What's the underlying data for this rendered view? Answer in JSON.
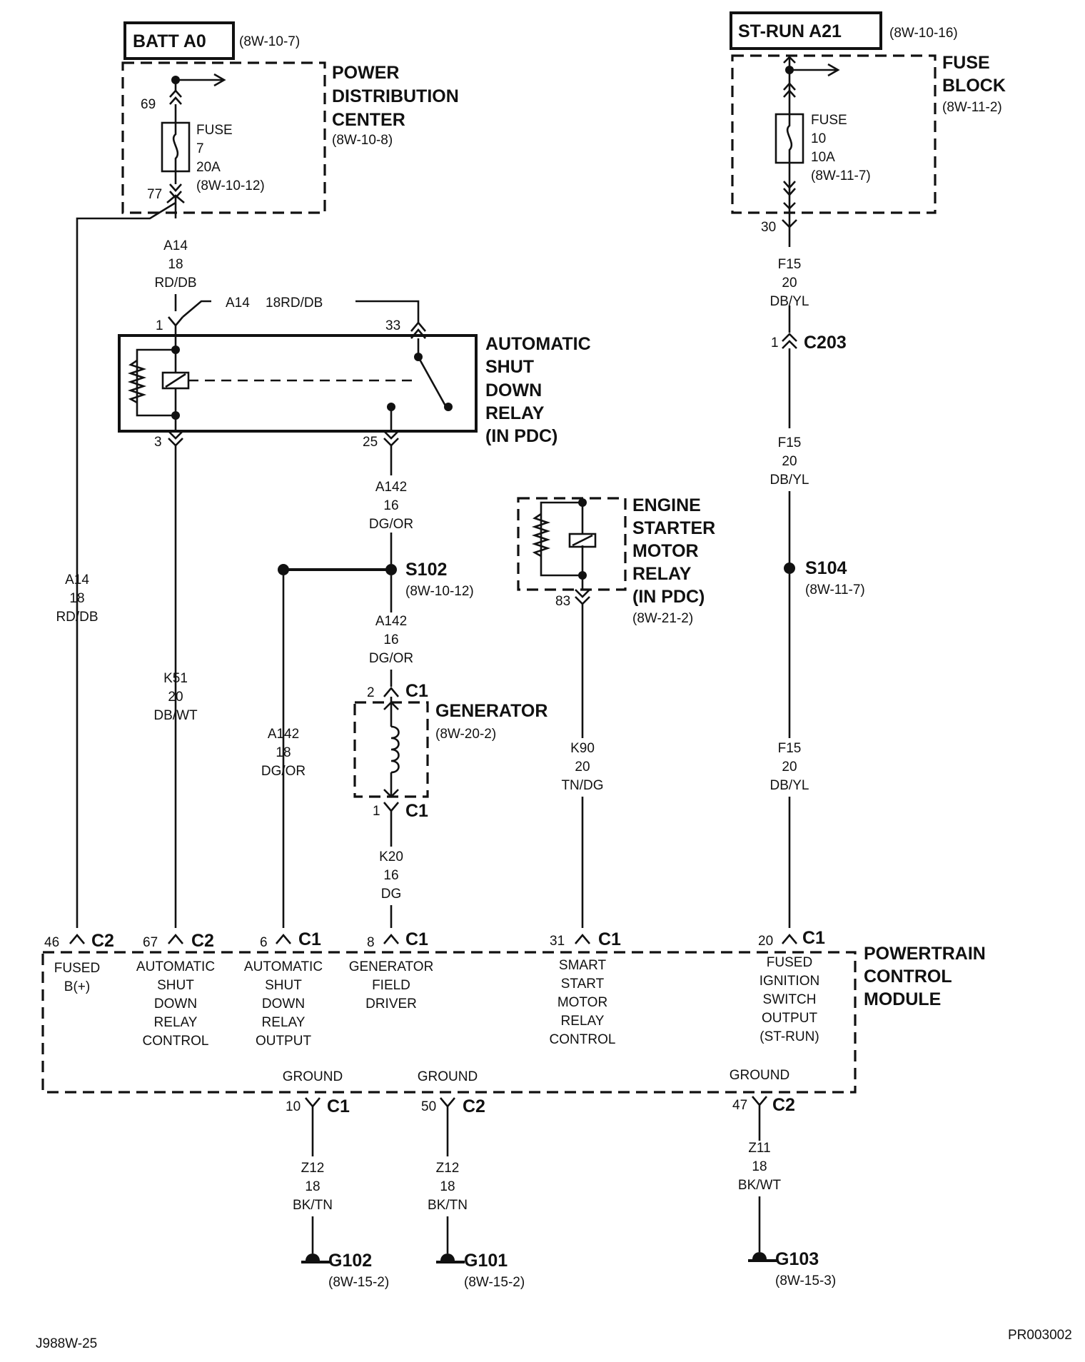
{
  "diagram_id": "J988W-25",
  "page_code": "PR003002",
  "batt": {
    "label": "BATT A0",
    "ref": "(8W-10-7)"
  },
  "pdc": {
    "name": [
      "POWER",
      "DISTRIBUTION",
      "CENTER"
    ],
    "ref": "(8W-10-8)",
    "fuse": [
      "FUSE",
      "7",
      "20A",
      "(8W-10-12)"
    ],
    "pin_in": "69",
    "pin_out": "77"
  },
  "st_run": {
    "label": "ST-RUN A21",
    "ref": "(8W-10-16)"
  },
  "fuse_block": {
    "name": [
      "FUSE",
      "BLOCK"
    ],
    "ref": "(8W-11-2)",
    "fuse": [
      "FUSE",
      "10",
      "10A",
      "(8W-11-7)"
    ],
    "pin_out": "30"
  },
  "asd": {
    "name": [
      "AUTOMATIC",
      "SHUT",
      "DOWN",
      "RELAY",
      "(IN PDC)"
    ],
    "pin1": "1",
    "pin3": "3",
    "pin25": "25",
    "pin33": "33",
    "jumper": [
      "A14",
      "18RD/DB"
    ]
  },
  "starter": {
    "name": [
      "ENGINE",
      "STARTER",
      "MOTOR",
      "RELAY",
      "(IN PDC)"
    ],
    "ref": "(8W-21-2)",
    "pin": "83"
  },
  "generator": {
    "name": "GENERATOR",
    "ref": "(8W-20-2)",
    "pin_top": "2",
    "pin_bot": "1",
    "conn": "C1"
  },
  "splices": {
    "s102": {
      "name": "S102",
      "ref": "(8W-10-12)"
    },
    "s104": {
      "name": "S104",
      "ref": "(8W-11-7)"
    }
  },
  "c203": {
    "name": "C203",
    "pin": "1"
  },
  "wires": {
    "a14_top": [
      "A14",
      "18",
      "RD/DB"
    ],
    "a14_left": [
      "A14",
      "18",
      "RD/DB"
    ],
    "k51": [
      "K51",
      "20",
      "DB/WT"
    ],
    "a142_top": [
      "A142",
      "16",
      "DG/OR"
    ],
    "a142_mid": [
      "A142",
      "16",
      "DG/OR"
    ],
    "a142_left": [
      "A142",
      "18",
      "DG/OR"
    ],
    "k20": [
      "K20",
      "16",
      "DG"
    ],
    "k90": [
      "K90",
      "20",
      "TN/DG"
    ],
    "f15_top": [
      "F15",
      "20",
      "DB/YL"
    ],
    "f15_mid": [
      "F15",
      "20",
      "DB/YL"
    ],
    "f15_low": [
      "F15",
      "20",
      "DB/YL"
    ],
    "z12_a": [
      "Z12",
      "18",
      "BK/TN"
    ],
    "z12_b": [
      "Z12",
      "18",
      "BK/TN"
    ],
    "z11": [
      "Z11",
      "18",
      "BK/WT"
    ]
  },
  "pcm": {
    "name": [
      "POWERTRAIN",
      "CONTROL",
      "MODULE"
    ],
    "terminals": [
      {
        "pin": "46",
        "conn": "C2",
        "label": [
          "FUSED",
          "B(+)"
        ]
      },
      {
        "pin": "67",
        "conn": "C2",
        "label": [
          "AUTOMATIC",
          "SHUT",
          "DOWN",
          "RELAY",
          "CONTROL"
        ]
      },
      {
        "pin": "6",
        "conn": "C1",
        "label": [
          "AUTOMATIC",
          "SHUT",
          "DOWN",
          "RELAY",
          "OUTPUT"
        ]
      },
      {
        "pin": "8",
        "conn": "C1",
        "label": [
          "GENERATOR",
          "FIELD",
          "DRIVER"
        ]
      },
      {
        "pin": "31",
        "conn": "C1",
        "label": [
          "SMART",
          "START",
          "MOTOR",
          "RELAY",
          "CONTROL"
        ]
      },
      {
        "pin": "20",
        "conn": "C1",
        "label": [
          "FUSED",
          "IGNITION",
          "SWITCH",
          "OUTPUT",
          "(ST-RUN)"
        ]
      }
    ],
    "grounds": [
      {
        "label": "GROUND",
        "pin": "10",
        "conn": "C1"
      },
      {
        "label": "GROUND",
        "pin": "50",
        "conn": "C2"
      },
      {
        "label": "GROUND",
        "pin": "47",
        "conn": "C2"
      }
    ]
  },
  "ground_points": [
    {
      "name": "G102",
      "ref": "(8W-15-2)"
    },
    {
      "name": "G101",
      "ref": "(8W-15-2)"
    },
    {
      "name": "G103",
      "ref": "(8W-15-3)"
    }
  ]
}
